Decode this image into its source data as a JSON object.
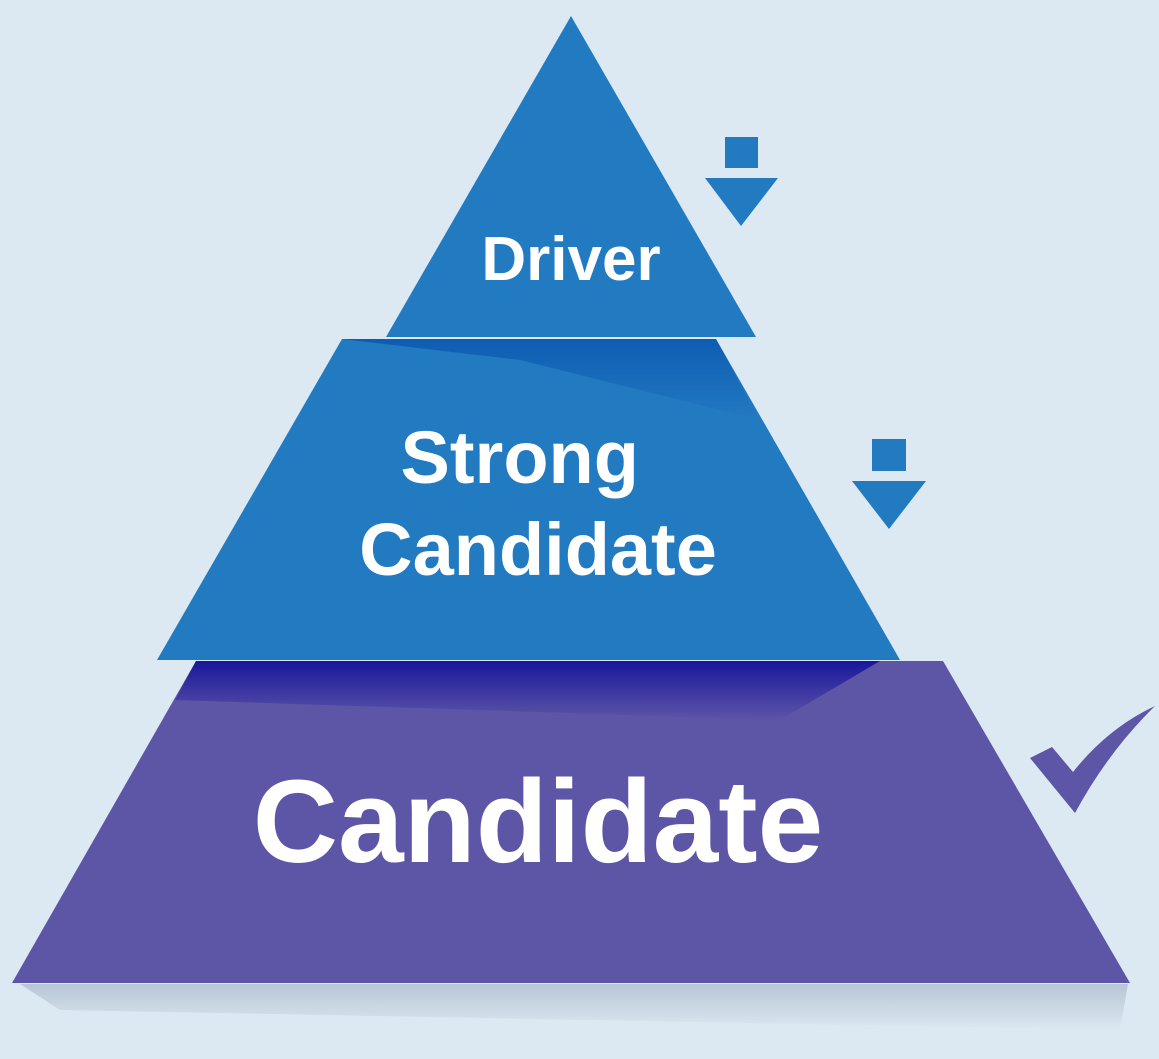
{
  "tiers": [
    {
      "lines": [
        "Driver"
      ],
      "color": "#227ac1",
      "status": "arrow-down-icon"
    },
    {
      "lines": [
        "Strong",
        "Candidate"
      ],
      "color": "#227ac1",
      "status": "arrow-down-icon"
    },
    {
      "lines": [
        "Candidate"
      ],
      "color": "#5d55a6",
      "status": "checkmark-icon"
    }
  ],
  "colors": {
    "background": "#dce8f2",
    "icon": "#227ac1",
    "check": "#5d55a6",
    "shadow_blue": "#0a57b0",
    "shadow_purple": "#15139b"
  }
}
